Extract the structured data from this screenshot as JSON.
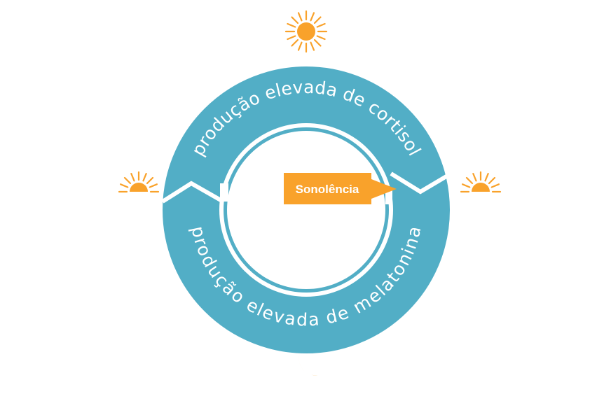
{
  "colors": {
    "ring": "#52AEC6",
    "accent": "#F9A22B",
    "background": "#ffffff"
  },
  "ring": {
    "top_label": "produção elevada de cortisol",
    "bottom_label": "produção elevada de melatonina"
  },
  "callout": {
    "label": "Sonolência"
  },
  "icons": {
    "top": "sun-icon",
    "left": "sunrise-icon",
    "right": "sunset-icon",
    "bottom": "moon-icon"
  }
}
